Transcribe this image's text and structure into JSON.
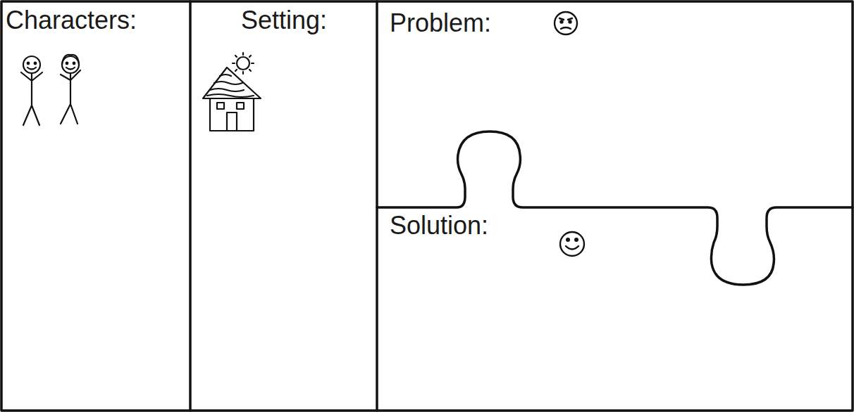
{
  "diagram": {
    "nodes": [
      {
        "text": [
          "Characters:"
        ]
      },
      {
        "text": [
          "Setting:"
        ]
      },
      {
        "text": [
          "Problem:"
        ]
      },
      {
        "text": [
          "Solution:"
        ]
      }
    ]
  }
}
